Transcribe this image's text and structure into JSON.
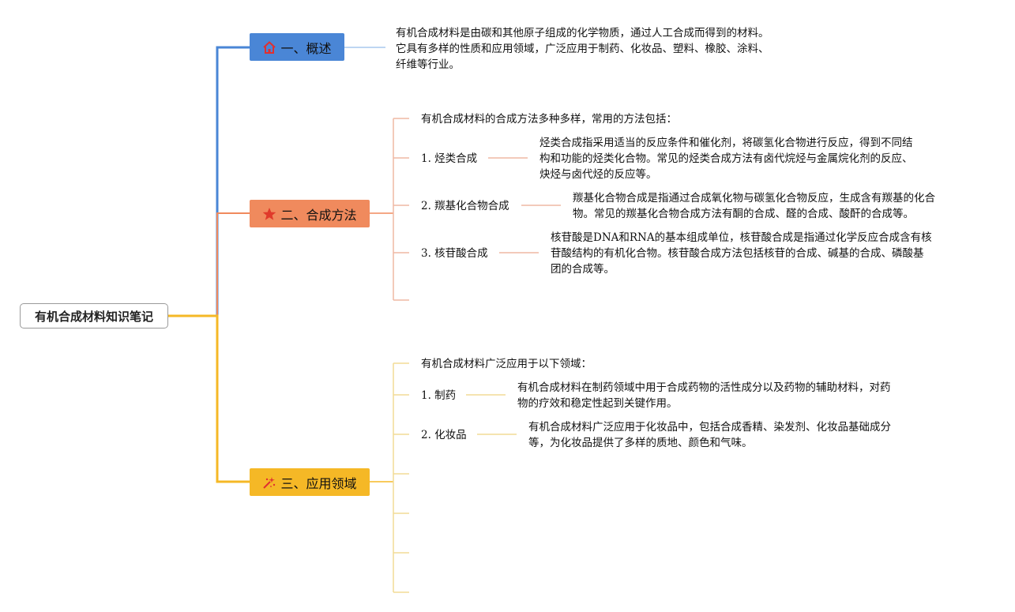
{
  "root": {
    "label": "有机合成材料知识笔记"
  },
  "colors": {
    "blue": "#4a86d6",
    "orange": "#f08a5d",
    "yellow": "#f5b826",
    "blue_line": "#a9c9ee",
    "orange_line": "#efb9a4",
    "yellow_line": "#f2dc95"
  },
  "branches": [
    {
      "label": "一、概述",
      "icon": "home-icon",
      "lines": [
        "有机合成材料是由碳和其他原子组成的化学物质，通过人工合成而得到的材料。",
        "它具有多样的性质和应用领域，广泛应用于制药、化妆品、塑料、橡胶、涂料、",
        "纤维等行业。"
      ]
    },
    {
      "label": "二、合成方法",
      "icon": "star-icon",
      "intro": "有机合成材料的合成方法多种多样，常用的方法包括：",
      "items": [
        {
          "label": "1. 烃类合成",
          "lines": [
            "烃类合成指采用适当的反应条件和催化剂，将碳氢化合物进行反应，得到不同结",
            "构和功能的烃类化合物。常见的烃类合成方法有卤代烷烃与金属烷化剂的反应、",
            "炔烃与卤代烃的反应等。"
          ]
        },
        {
          "label": "2. 羰基化合物合成",
          "lines": [
            "羰基化合物合成是指通过合成氧化物与碳氢化合物反应，生成含有羰基的化合",
            "物。常见的羰基化合物合成方法有酮的合成、醛的合成、酸酐的合成等。"
          ]
        },
        {
          "label": "3. 核苷酸合成",
          "lines": [
            "核苷酸是DNA和RNA的基本组成单位，核苷酸合成是指通过化学反应合成含有核",
            "苷酸结构的有机化合物。核苷酸合成方法包括核苷的合成、碱基的合成、磷酸基",
            "团的合成等。"
          ]
        }
      ]
    },
    {
      "label": "三、应用领域",
      "icon": "sparkle-icon",
      "intro": "有机合成材料广泛应用于以下领域：",
      "items": [
        {
          "label": "1. 制药",
          "lines": [
            "有机合成材料在制药领域中用于合成药物的活性成分以及药物的辅助材料，对药",
            "物的疗效和稳定性起到关键作用。"
          ]
        },
        {
          "label": "2. 化妆品",
          "lines": [
            "有机合成材料广泛应用于化妆品中，包括合成香精、染发剂、化妆品基础成分",
            "等，为化妆品提供了多样的质地、颜色和气味。"
          ]
        }
      ]
    }
  ]
}
